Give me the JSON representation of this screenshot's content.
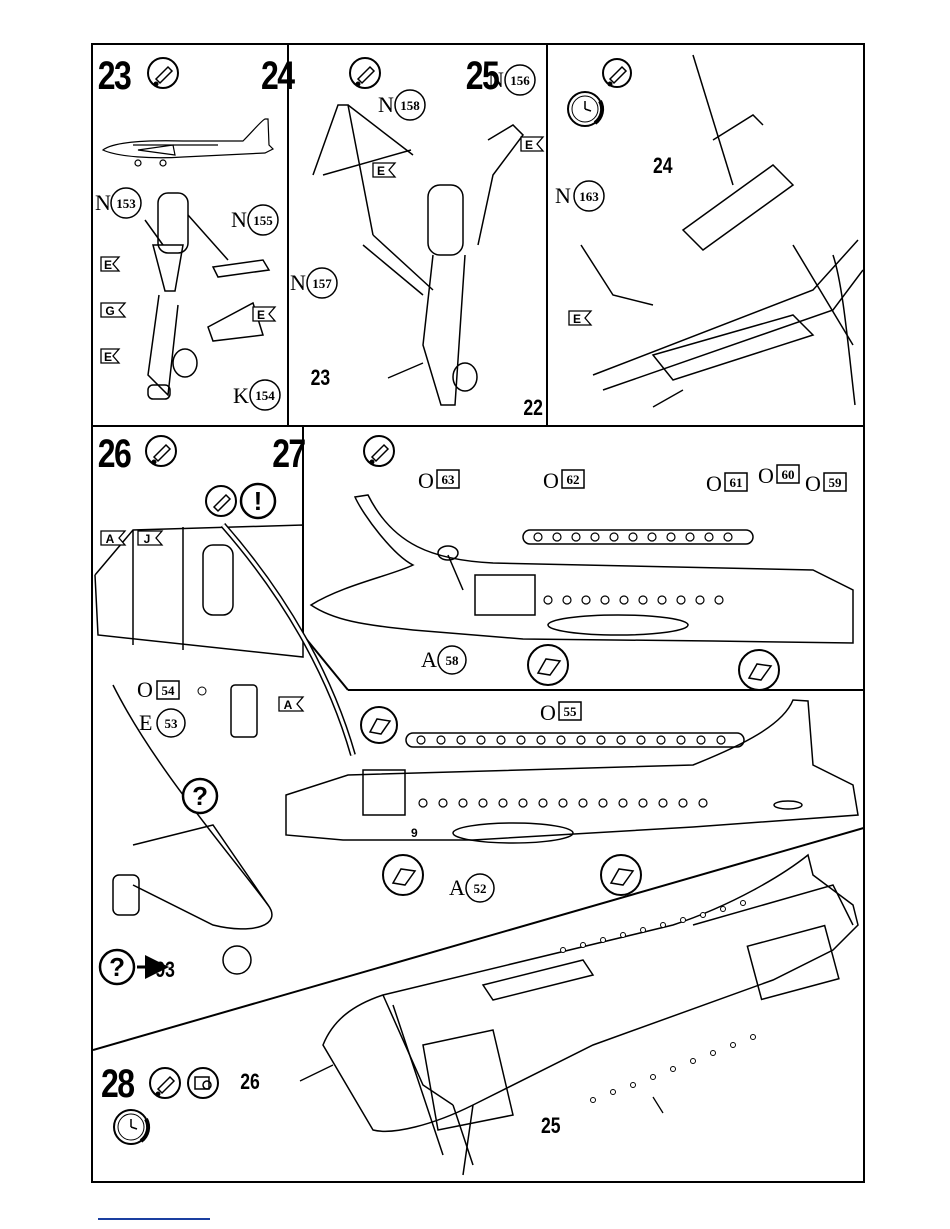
{
  "steps": {
    "s23": {
      "number": "23",
      "parts": [
        {
          "letter": "N",
          "num": "153"
        },
        {
          "letter": "N",
          "num": "155"
        },
        {
          "letter": "K",
          "num": "154"
        }
      ],
      "paint_tags": [
        "E",
        "G",
        "E",
        "E"
      ]
    },
    "s24": {
      "number": "24",
      "parts": [
        {
          "letter": "N",
          "num": "156"
        },
        {
          "letter": "N",
          "num": "158"
        },
        {
          "letter": "N",
          "num": "157"
        }
      ],
      "paint_tags": [
        "E",
        "E"
      ],
      "callout": "23"
    },
    "s25": {
      "number": "25",
      "parts": [
        {
          "letter": "N",
          "num": "163"
        }
      ],
      "paint_tags": [
        "E"
      ],
      "callouts": [
        "24",
        "22"
      ]
    },
    "s26": {
      "number": "26",
      "paint_tags": [
        "A",
        "J"
      ],
      "parts": [
        {
          "letter": "O",
          "num": "54"
        },
        {
          "letter": "E",
          "num": "53"
        }
      ],
      "paint_tag_small": "A",
      "warning": "!",
      "help": "?",
      "ref": "93"
    },
    "s27": {
      "number": "27",
      "parts_top": [
        {
          "letter": "O",
          "num": "63"
        },
        {
          "letter": "O",
          "num": "62"
        },
        {
          "letter": "O",
          "num": "61"
        },
        {
          "letter": "O",
          "num": "60"
        },
        {
          "letter": "O",
          "num": "59"
        }
      ],
      "part_fuselage_left": {
        "letter": "A",
        "num": "58"
      },
      "part_strip_right": {
        "letter": "O",
        "num": "55"
      },
      "part_fuselage_right": {
        "letter": "A",
        "num": "52"
      },
      "window_label": "9"
    },
    "s28": {
      "number": "28",
      "callouts": [
        "26",
        "25"
      ]
    }
  }
}
